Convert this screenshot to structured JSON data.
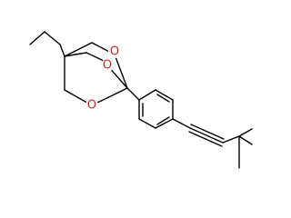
{
  "molecule": {
    "atoms": [
      {
        "id": "o1",
        "label": "O",
        "color": "#c8261e"
      },
      {
        "id": "o2",
        "label": "O",
        "color": "#c8261e"
      },
      {
        "id": "o3",
        "label": "O",
        "color": "#c8261e"
      }
    ],
    "bond_color": "#000000",
    "background": "#ffffff"
  }
}
